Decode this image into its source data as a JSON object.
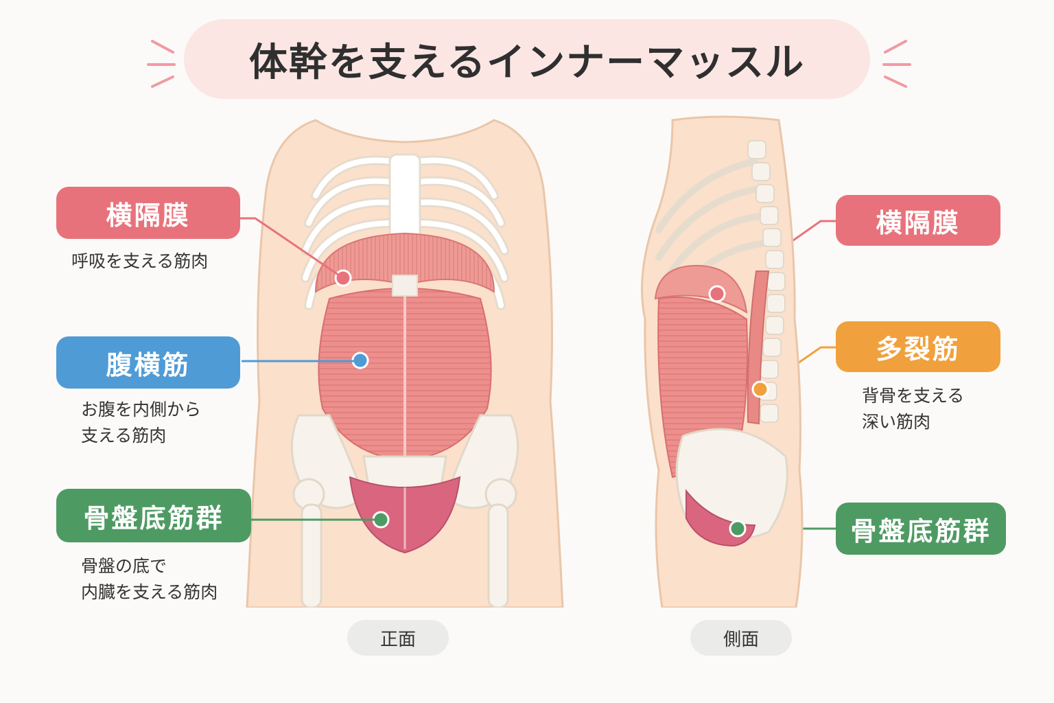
{
  "title": "体幹を支えるインナーマッスル",
  "front": {
    "view_label": "正面",
    "diaphragm": {
      "label": "横隔膜",
      "desc": "呼吸を支える筋肉"
    },
    "transversus": {
      "label": "腹横筋",
      "desc": "お腹を内側から\n支える筋肉"
    },
    "pelvic_floor": {
      "label": "骨盤底筋群",
      "desc": "骨盤の底で\n内臓を支える筋肉"
    }
  },
  "side": {
    "view_label": "側面",
    "diaphragm": {
      "label": "横隔膜"
    },
    "multifidus": {
      "label": "多裂筋",
      "desc": "背骨を支える\n深い筋肉"
    },
    "pelvic_floor": {
      "label": "骨盤底筋群"
    }
  },
  "colors": {
    "diaphragm": "#e8727b",
    "transversus": "#4f9bd6",
    "pelvic_floor": "#4e9a63",
    "multifidus": "#f0a13d",
    "title_bg": "#fbe6e4"
  }
}
